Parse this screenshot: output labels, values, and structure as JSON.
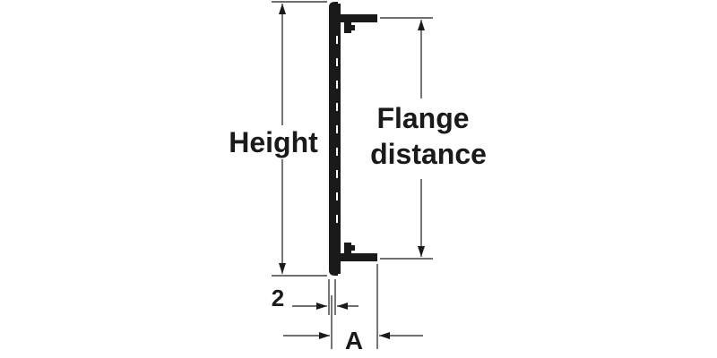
{
  "diagram": {
    "labels": {
      "height": "Height",
      "flange_line1": "Flange",
      "flange_line2": "distance",
      "thickness": "2",
      "depth": "A"
    },
    "colors": {
      "ink": "#1a1a1a",
      "background": "#ffffff"
    }
  }
}
